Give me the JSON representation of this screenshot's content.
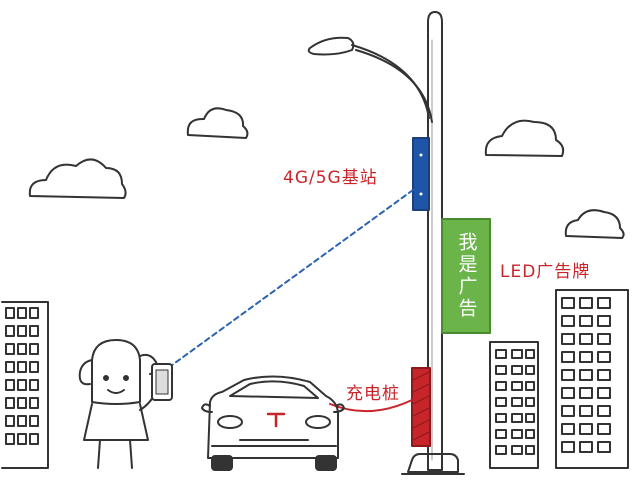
{
  "labels": {
    "base_station": "4G/5G基站",
    "led_billboard": "LED广告牌",
    "charging_pile": "充电桩",
    "billboard_text": "我是广告"
  },
  "colors": {
    "label_red": "#c8252b",
    "base_station_blue": "#1f55a8",
    "billboard_green": "#6ab44a",
    "charging_red": "#c8252b",
    "signal_dash": "#2b63b0",
    "line_ink": "#333333"
  },
  "icons": [
    "street-lamp-icon",
    "cloud-icon",
    "building-icon",
    "girl-with-phone-icon",
    "car-icon"
  ]
}
